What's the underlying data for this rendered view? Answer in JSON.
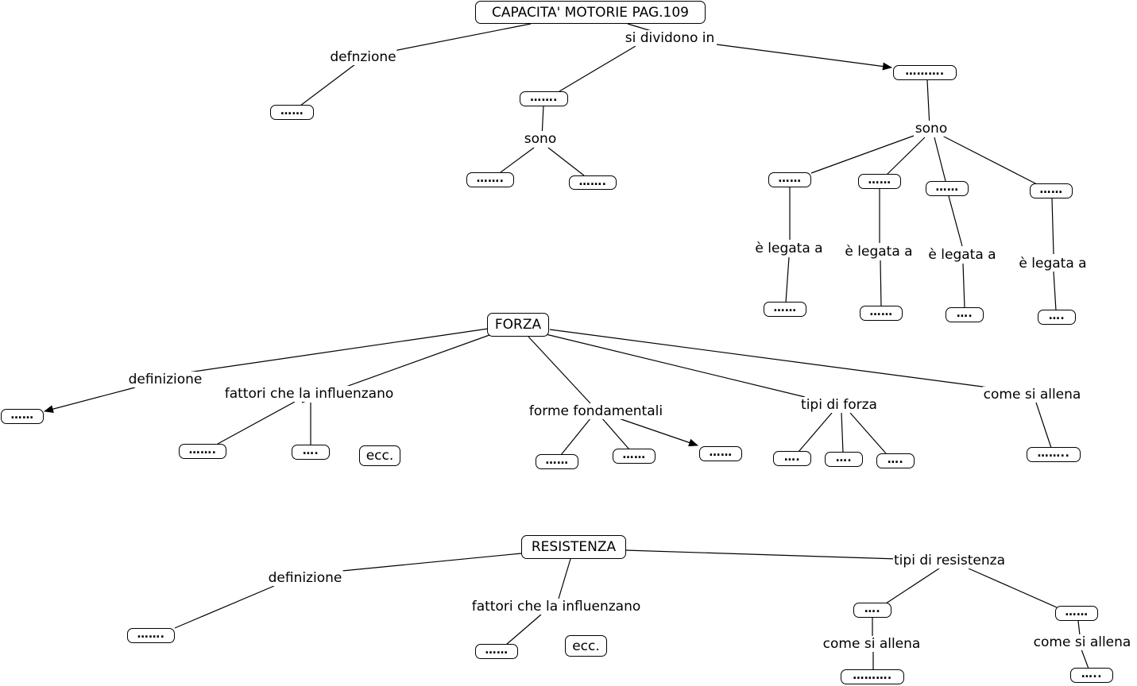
{
  "concept_map": {
    "nodes": {
      "capacita": "CAPACITA' MOTORIE PAG.109",
      "c1_def": "……",
      "c1_a": "…….",
      "c1_a1": "…….",
      "c1_a2": "…….",
      "c1_b": "……….",
      "c1_b1": "……",
      "c1_b2": "……",
      "c1_b3": "……",
      "c1_b4": "……",
      "c1_b1x": "……",
      "c1_b2x": "……",
      "c1_b3x": "….",
      "c1_b4x": "….",
      "forza": "FORZA",
      "f_def": "……",
      "f_fat1": "…….",
      "f_fat2": "….",
      "f_ecc": "ecc.",
      "f_forme1": "……",
      "f_forme2": "……",
      "f_forme3": "……",
      "f_tipi1": "….",
      "f_tipi2": "….",
      "f_tipi3": "….",
      "f_allena": "……..",
      "resistenza": "RESISTENZA",
      "r_def": "…….",
      "r_fat1": "……",
      "r_ecc": "ecc.",
      "r_tipi1": "….",
      "r_tipi2": "……",
      "r_allena1": "……….",
      "r_allena2": "….."
    },
    "links": {
      "defnzione": "defnzione",
      "si_dividono_in": "si dividono in",
      "sono_1": "sono",
      "sono_2": "sono",
      "legata_1": "è legata a",
      "legata_2": "è legata a",
      "legata_3": "è legata a",
      "legata_4": "è legata a",
      "f_definizione": "definizione",
      "f_fattori": "fattori che la influenzano",
      "f_forme": "forme fondamentali",
      "f_tipi": "tipi di forza",
      "f_allena": "come si allena",
      "r_definizione": "definizione",
      "r_fattori": "fattori che la influenzano",
      "r_tipi": "tipi di resistenza",
      "r_allena_1": "come si allena",
      "r_allena_2": "come si allena"
    }
  }
}
